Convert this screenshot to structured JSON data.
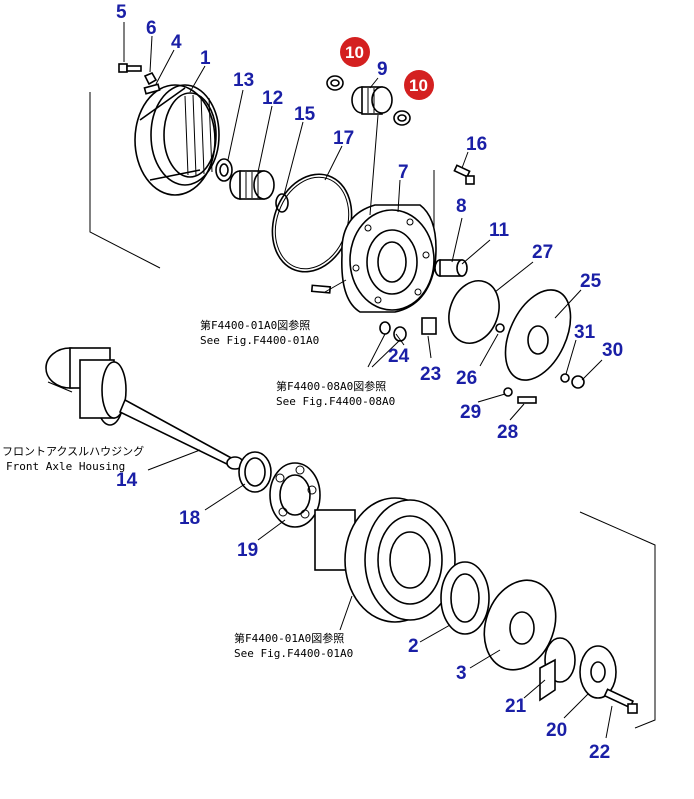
{
  "labels": {
    "p1": "1",
    "p2": "2",
    "p3": "3",
    "p4": "4",
    "p5": "5",
    "p6": "6",
    "p7": "7",
    "p8": "8",
    "p9": "9",
    "p10a": "10",
    "p10b": "10",
    "p11": "11",
    "p12": "12",
    "p13": "13",
    "p14": "14",
    "p15": "15",
    "p16": "16",
    "p17": "17",
    "p18": "18",
    "p19": "19",
    "p20": "20",
    "p21": "21",
    "p22": "22",
    "p23": "23",
    "p24": "24",
    "p25": "25",
    "p26": "26",
    "p27": "27",
    "p28": "28",
    "p29": "29",
    "p30": "30",
    "p31": "31"
  },
  "refs": {
    "ref1_jp": "第F4400-01A0図参照",
    "ref1_en": "See Fig.F4400-01A0",
    "ref2_jp": "第F4400-08A0図参照",
    "ref2_en": "See Fig.F4400-08A0",
    "ref3_jp": "第F4400-01A0図参照",
    "ref3_en": "See Fig.F4400-01A0",
    "housing_jp": "フロントアクスルハウジング",
    "housing_en": "Front Axle Housing"
  },
  "colors": {
    "number_blue": "#1a1fa6",
    "highlight_red": "#d42020"
  }
}
